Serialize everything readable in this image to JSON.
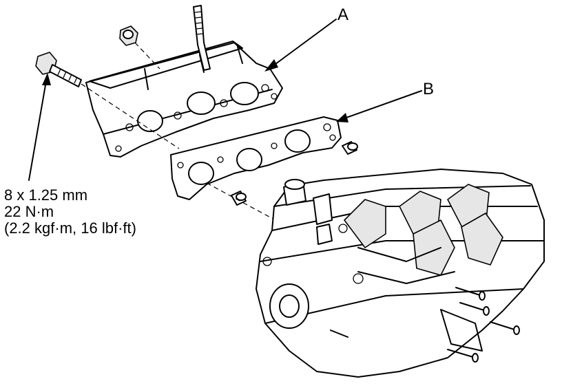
{
  "callouts": {
    "a": "A",
    "b": "B"
  },
  "bolt_spec": {
    "size": "8 x 1.25 mm",
    "torque_nm": "22 N·m",
    "torque_alt": "(2.2 kgf·m, 16 lbf·ft)"
  }
}
